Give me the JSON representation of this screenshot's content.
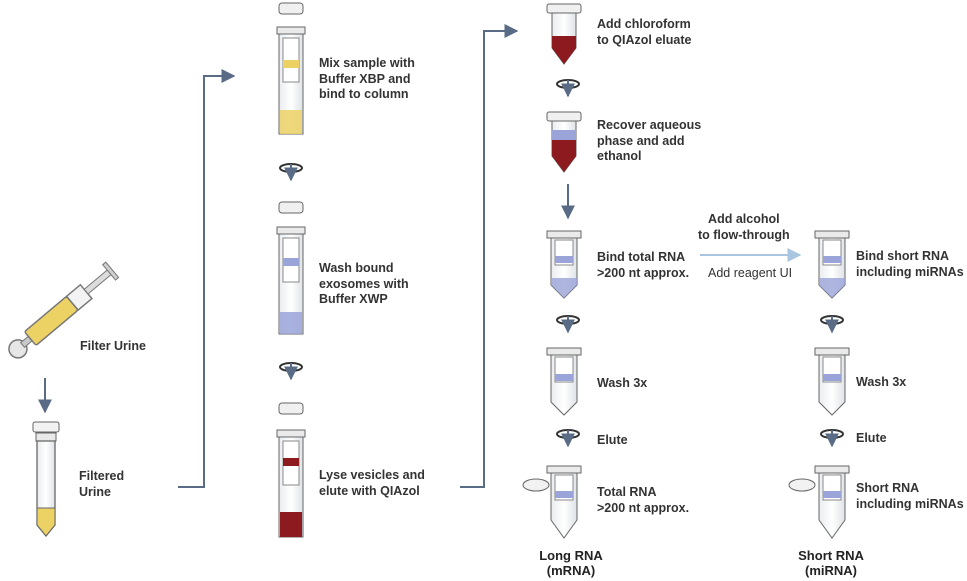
{
  "colors": {
    "connector": "#5a6b86",
    "yellow": "#ecd165",
    "red": "#8c1a1f",
    "blue": "#9aa4d8",
    "lightBlue": "#a8c6e0"
  },
  "labels": {
    "filter_urine": "Filter Urine",
    "filtered_1": "Filtered",
    "filtered_2": "Urine",
    "mix_1": "Mix sample with",
    "mix_2": "Buffer XBP and",
    "mix_3": "bind to column",
    "wash_1": "Wash bound",
    "wash_2": "exosomes with",
    "wash_3": "Buffer XWP",
    "lyse_1": "Lyse vesicles and",
    "lyse_2": "elute with QIAzol",
    "chloro_1": "Add chloroform",
    "chloro_2": "to QIAzol eluate",
    "recover_1": "Recover aqueous",
    "recover_2": "phase and add",
    "recover_3": "ethanol",
    "bindtotal_1": "Bind total RNA",
    "bindtotal_2": ">200 nt approx.",
    "alcohol_1": "Add alcohol",
    "alcohol_2": "to flow-through",
    "reagent": "Add reagent UI",
    "bindshort_1": "Bind short RNA",
    "bindshort_2": "including miRNAs",
    "wash3x_left": "Wash 3x",
    "wash3x_right": "Wash 3x",
    "elute_left": "Elute",
    "elute_right": "Elute",
    "totalrna_1": "Total RNA",
    "totalrna_2": ">200 nt approx.",
    "shortrna_1": "Short RNA",
    "shortrna_2": "including miRNAs",
    "long_1": "Long RNA",
    "long_2": "(mRNA)",
    "short_1": "Short RNA",
    "short_2": "(miRNA)"
  }
}
